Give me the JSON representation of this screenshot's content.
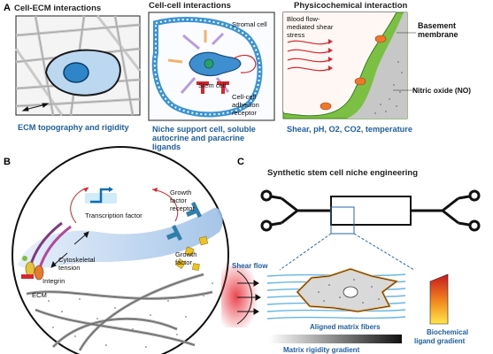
{
  "panel_a": {
    "letter": "A",
    "sub1": {
      "title": "Cell-ECM interactions",
      "caption": "ECM topography and rigidity"
    },
    "sub2": {
      "title": "Cell-cell interactions",
      "stromal_cell": "Stromal cell",
      "stem_cell": "Stem cell",
      "adhesion_receptor": [
        "Cell-cell",
        "adhesion",
        "receptor"
      ],
      "caption": [
        "Niche support cell, soluble",
        "autocrine and paracrine",
        "ligands"
      ]
    },
    "sub3": {
      "title": "Physicochemical interaction",
      "shear_stress": [
        "Blood flow-",
        "mediated shear",
        "stress"
      ],
      "basement_membrane": [
        "Basement",
        "membrane"
      ],
      "nitric_oxide": "Nitric oxide (NO)",
      "caption": "Shear, pH, O2, CO2, temperature"
    }
  },
  "panel_b": {
    "letter": "B",
    "transcription_factor": "Transcription factor",
    "growth_factor_receptor": [
      "Growth",
      "factor",
      "receptor"
    ],
    "cytoskeletal_tension": [
      "Cytoskeletal",
      "tension"
    ],
    "integrin": "Integrin",
    "growth_factor": [
      "Growth",
      "factor"
    ],
    "ecm": "ECM"
  },
  "panel_c": {
    "letter": "C",
    "title": "Synthetic stem cell niche engineering",
    "shear_flow": "Shear flow",
    "aligned_fibers": "Aligned matrix fibers",
    "rigidity_gradient": "Matrix rigidity gradient",
    "biochemical_gradient": [
      "Biochemical",
      "ligand gradient"
    ]
  },
  "colors": {
    "caption_blue": "#1f5fa6",
    "ecm_green": "#7cc043",
    "cell_blue": "#4a9fd8",
    "receptor_red": "#d7262c"
  }
}
